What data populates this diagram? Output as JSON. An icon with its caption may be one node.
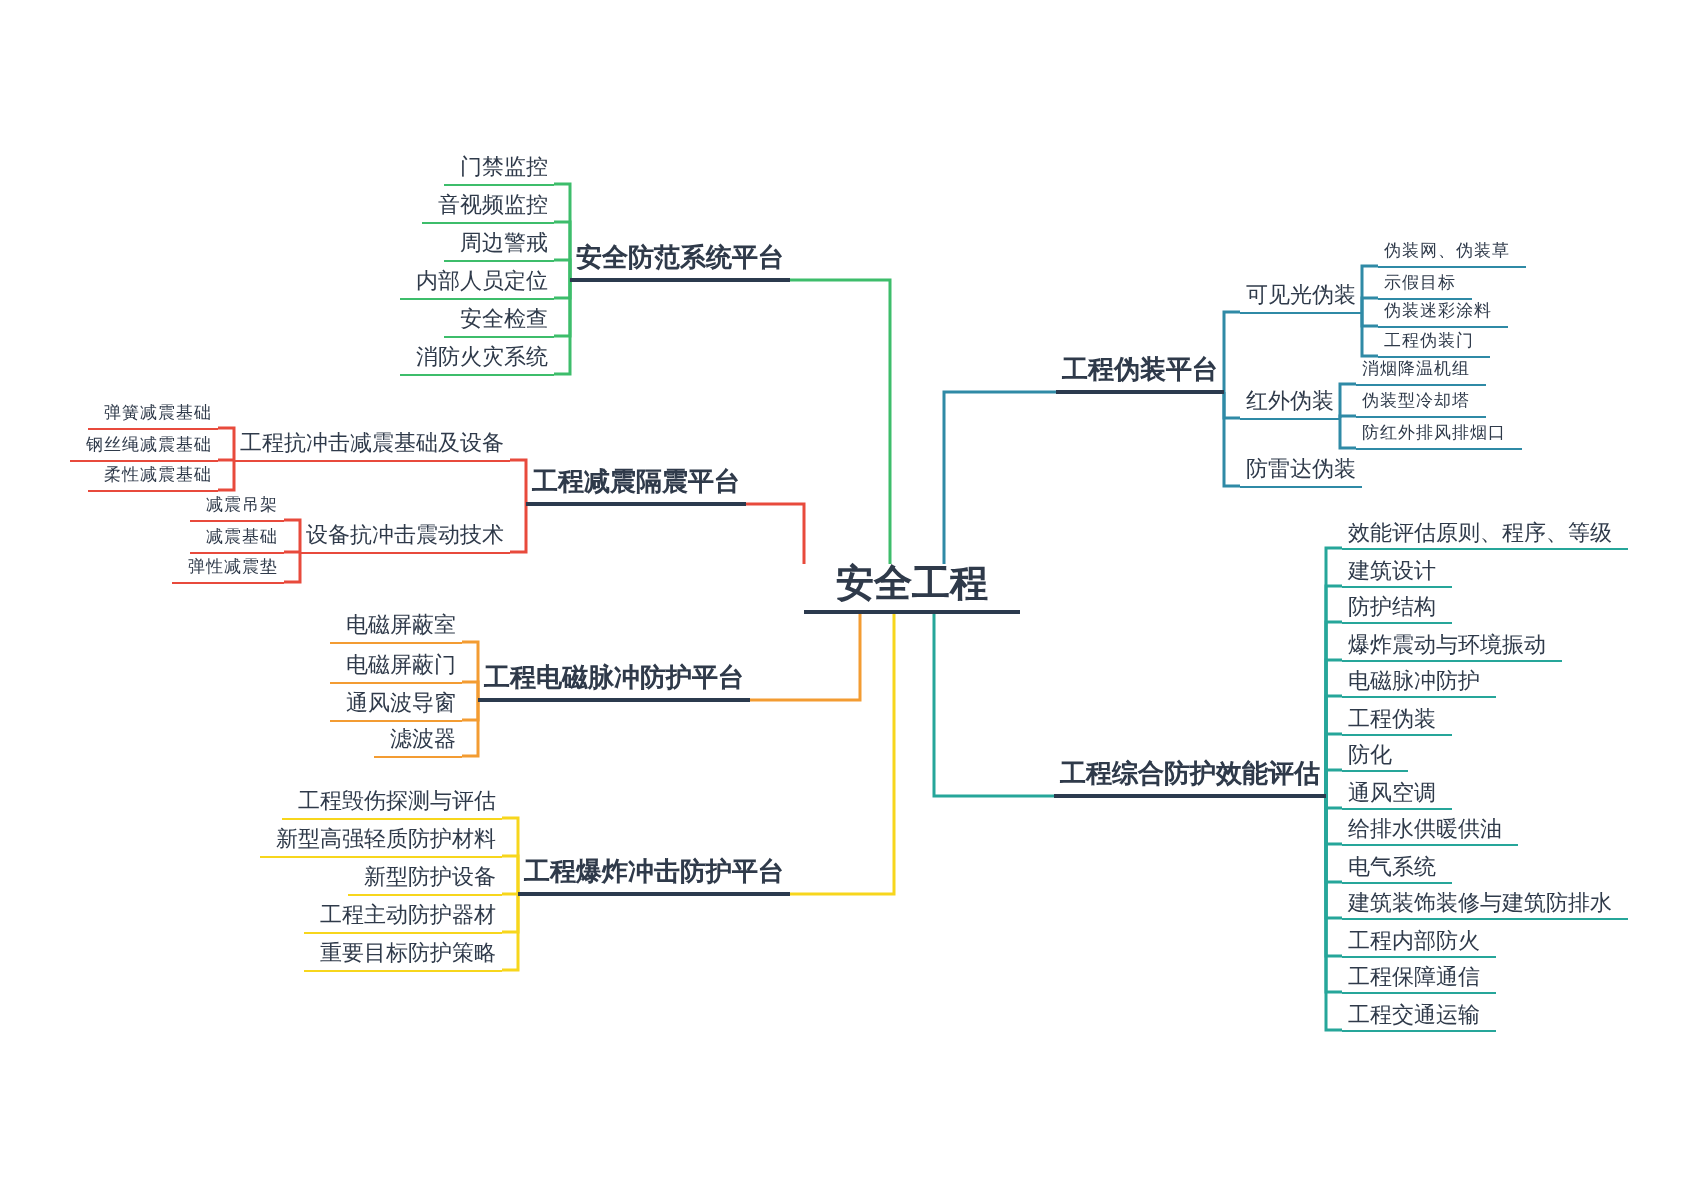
{
  "diagram": {
    "nodes": [
      {
        "text": [
          "安全工程"
        ]
      },
      {
        "text": [
          "安全防范系统平台"
        ]
      },
      {
        "text": [
          "门禁监控"
        ]
      },
      {
        "text": [
          "音视频监控"
        ]
      },
      {
        "text": [
          "周边警戒"
        ]
      },
      {
        "text": [
          "内部人员定位"
        ]
      },
      {
        "text": [
          "安全检查"
        ]
      },
      {
        "text": [
          "消防火灾系统"
        ]
      },
      {
        "text": [
          "工程减震隔震平台"
        ]
      },
      {
        "text": [
          "工程抗冲击减震基础及设备"
        ]
      },
      {
        "text": [
          "弹簧减震基础"
        ]
      },
      {
        "text": [
          "钢丝绳减震基础"
        ]
      },
      {
        "text": [
          "柔性减震基础"
        ]
      },
      {
        "text": [
          "设备抗冲击震动技术"
        ]
      },
      {
        "text": [
          "减震吊架"
        ]
      },
      {
        "text": [
          "减震基础"
        ]
      },
      {
        "text": [
          "弹性减震垫"
        ]
      },
      {
        "text": [
          "工程电磁脉冲防护平台"
        ]
      },
      {
        "text": [
          "电磁屏蔽室"
        ]
      },
      {
        "text": [
          "电磁屏蔽门"
        ]
      },
      {
        "text": [
          "通风波导窗"
        ]
      },
      {
        "text": [
          "滤波器"
        ]
      },
      {
        "text": [
          "工程爆炸冲击防护平台"
        ]
      },
      {
        "text": [
          "工程毁伤探测与评估"
        ]
      },
      {
        "text": [
          "新型高强轻质防护材料"
        ]
      },
      {
        "text": [
          "新型防护设备"
        ]
      },
      {
        "text": [
          "工程主动防护器材"
        ]
      },
      {
        "text": [
          "重要目标防护策略"
        ]
      },
      {
        "text": [
          "工程伪装平台"
        ]
      },
      {
        "text": [
          "可见光伪装"
        ]
      },
      {
        "text": [
          "伪装网、伪装草"
        ]
      },
      {
        "text": [
          "示假目标"
        ]
      },
      {
        "text": [
          "伪装迷彩涂料"
        ]
      },
      {
        "text": [
          "工程伪装门"
        ]
      },
      {
        "text": [
          "红外伪装"
        ]
      },
      {
        "text": [
          "消烟降温机组"
        ]
      },
      {
        "text": [
          "伪装型冷却塔"
        ]
      },
      {
        "text": [
          "防红外排风排烟口"
        ]
      },
      {
        "text": [
          "防雷达伪装"
        ]
      },
      {
        "text": [
          "工程综合防护效能评估"
        ]
      },
      {
        "text": [
          "效能评估原则、程序、等级"
        ]
      },
      {
        "text": [
          "建筑设计"
        ]
      },
      {
        "text": [
          "防护结构"
        ]
      },
      {
        "text": [
          "爆炸震动与环境振动"
        ]
      },
      {
        "text": [
          "电磁脉冲防护"
        ]
      },
      {
        "text": [
          "工程伪装"
        ]
      },
      {
        "text": [
          "防化"
        ]
      },
      {
        "text": [
          "通风空调"
        ]
      },
      {
        "text": [
          "给排水供暖供油"
        ]
      },
      {
        "text": [
          "电气系统"
        ]
      },
      {
        "text": [
          "建筑装饰装修与建筑防排水"
        ]
      },
      {
        "text": [
          "工程内部防火"
        ]
      },
      {
        "text": [
          "工程保障通信"
        ]
      },
      {
        "text": [
          "工程交通运输"
        ]
      }
    ],
    "edges": [
      {
        "from": 0,
        "to": 1,
        "arrow": "none",
        "color": "#3dbd6b"
      },
      {
        "from": 1,
        "to": 2,
        "arrow": "none",
        "color": "#3dbd6b"
      },
      {
        "from": 1,
        "to": 3,
        "arrow": "none",
        "color": "#3dbd6b"
      },
      {
        "from": 1,
        "to": 4,
        "arrow": "none",
        "color": "#3dbd6b"
      },
      {
        "from": 1,
        "to": 5,
        "arrow": "none",
        "color": "#3dbd6b"
      },
      {
        "from": 1,
        "to": 6,
        "arrow": "none",
        "color": "#3dbd6b"
      },
      {
        "from": 1,
        "to": 7,
        "arrow": "none",
        "color": "#3dbd6b"
      },
      {
        "from": 0,
        "to": 8,
        "arrow": "none",
        "color": "#e84a3c"
      },
      {
        "from": 8,
        "to": 9,
        "arrow": "none",
        "color": "#e84a3c"
      },
      {
        "from": 9,
        "to": 10,
        "arrow": "none",
        "color": "#e84a3c"
      },
      {
        "from": 9,
        "to": 11,
        "arrow": "none",
        "color": "#e84a3c"
      },
      {
        "from": 9,
        "to": 12,
        "arrow": "none",
        "color": "#e84a3c"
      },
      {
        "from": 8,
        "to": 13,
        "arrow": "none",
        "color": "#e84a3c"
      },
      {
        "from": 13,
        "to": 14,
        "arrow": "none",
        "color": "#e84a3c"
      },
      {
        "from": 13,
        "to": 15,
        "arrow": "none",
        "color": "#e84a3c"
      },
      {
        "from": 13,
        "to": 16,
        "arrow": "none",
        "color": "#e84a3c"
      },
      {
        "from": 0,
        "to": 17,
        "arrow": "none",
        "color": "#f39c32"
      },
      {
        "from": 17,
        "to": 18,
        "arrow": "none",
        "color": "#f39c32"
      },
      {
        "from": 17,
        "to": 19,
        "arrow": "none",
        "color": "#f39c32"
      },
      {
        "from": 17,
        "to": 20,
        "arrow": "none",
        "color": "#f39c32"
      },
      {
        "from": 17,
        "to": 21,
        "arrow": "none",
        "color": "#f39c32"
      },
      {
        "from": 0,
        "to": 22,
        "arrow": "none",
        "color": "#f7d61c"
      },
      {
        "from": 22,
        "to": 23,
        "arrow": "none",
        "color": "#f7d61c"
      },
      {
        "from": 22,
        "to": 24,
        "arrow": "none",
        "color": "#f7d61c"
      },
      {
        "from": 22,
        "to": 25,
        "arrow": "none",
        "color": "#f7d61c"
      },
      {
        "from": 22,
        "to": 26,
        "arrow": "none",
        "color": "#f7d61c"
      },
      {
        "from": 22,
        "to": 27,
        "arrow": "none",
        "color": "#f7d61c"
      },
      {
        "from": 0,
        "to": 28,
        "arrow": "none",
        "color": "#2f8aa6"
      },
      {
        "from": 28,
        "to": 29,
        "arrow": "none",
        "color": "#2f8aa6"
      },
      {
        "from": 29,
        "to": 30,
        "arrow": "none",
        "color": "#2f8aa6"
      },
      {
        "from": 29,
        "to": 31,
        "arrow": "none",
        "color": "#2f8aa6"
      },
      {
        "from": 29,
        "to": 32,
        "arrow": "none",
        "color": "#2f8aa6"
      },
      {
        "from": 29,
        "to": 33,
        "arrow": "none",
        "color": "#2f8aa6"
      },
      {
        "from": 28,
        "to": 34,
        "arrow": "none",
        "color": "#2f8aa6"
      },
      {
        "from": 34,
        "to": 35,
        "arrow": "none",
        "color": "#2f8aa6"
      },
      {
        "from": 34,
        "to": 36,
        "arrow": "none",
        "color": "#2f8aa6"
      },
      {
        "from": 34,
        "to": 37,
        "arrow": "none",
        "color": "#2f8aa6"
      },
      {
        "from": 28,
        "to": 38,
        "arrow": "none",
        "color": "#2f8aa6"
      },
      {
        "from": 0,
        "to": 39,
        "arrow": "none",
        "color": "#26a69a"
      },
      {
        "from": 39,
        "to": 40,
        "arrow": "none",
        "color": "#26a69a"
      },
      {
        "from": 39,
        "to": 41,
        "arrow": "none",
        "color": "#26a69a"
      },
      {
        "from": 39,
        "to": 42,
        "arrow": "none",
        "color": "#26a69a"
      },
      {
        "from": 39,
        "to": 43,
        "arrow": "none",
        "color": "#26a69a"
      },
      {
        "from": 39,
        "to": 44,
        "arrow": "none",
        "color": "#26a69a"
      },
      {
        "from": 39,
        "to": 45,
        "arrow": "none",
        "color": "#26a69a"
      },
      {
        "from": 39,
        "to": 46,
        "arrow": "none",
        "color": "#26a69a"
      },
      {
        "from": 39,
        "to": 47,
        "arrow": "none",
        "color": "#26a69a"
      },
      {
        "from": 39,
        "to": 48,
        "arrow": "none",
        "color": "#26a69a"
      },
      {
        "from": 39,
        "to": 49,
        "arrow": "none",
        "color": "#26a69a"
      },
      {
        "from": 39,
        "to": 50,
        "arrow": "none",
        "color": "#26a69a"
      },
      {
        "from": 39,
        "to": 51,
        "arrow": "none",
        "color": "#26a69a"
      },
      {
        "from": 39,
        "to": 52,
        "arrow": "none",
        "color": "#26a69a"
      },
      {
        "from": 39,
        "to": 53,
        "arrow": "none",
        "color": "#26a69a"
      }
    ]
  }
}
